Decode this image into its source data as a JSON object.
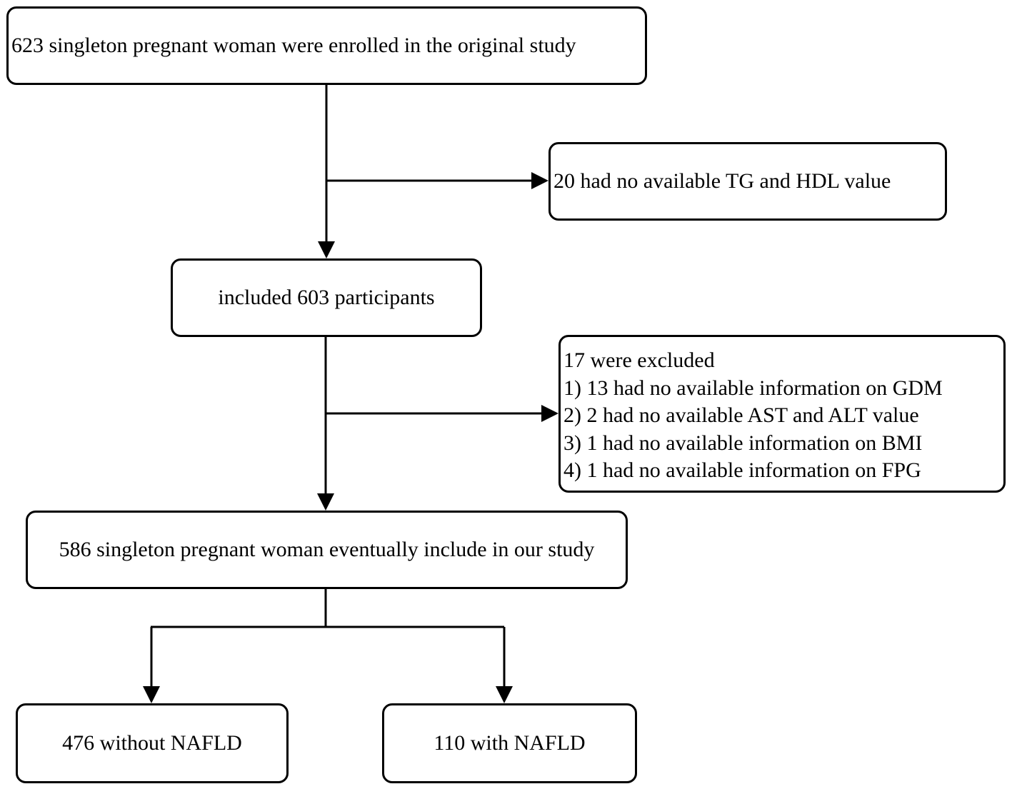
{
  "boxes": {
    "enrolled": "623 singleton pregnant woman were enrolled in the original study",
    "excluded_tg_hdl": "20 had no available TG and HDL value",
    "included": "included 603 participants",
    "excluded": {
      "header": "17 were excluded",
      "reasons": [
        "1) 13 had no available information on GDM",
        "2) 2 had no available AST and ALT value",
        "3) 1 had no available information on BMI",
        "4) 1 had no available information on FPG"
      ]
    },
    "final_cohort": "586 singleton pregnant woman eventually include in our study",
    "without_nafld": "476 without NAFLD",
    "with_nafld": "110 with NAFLD"
  }
}
